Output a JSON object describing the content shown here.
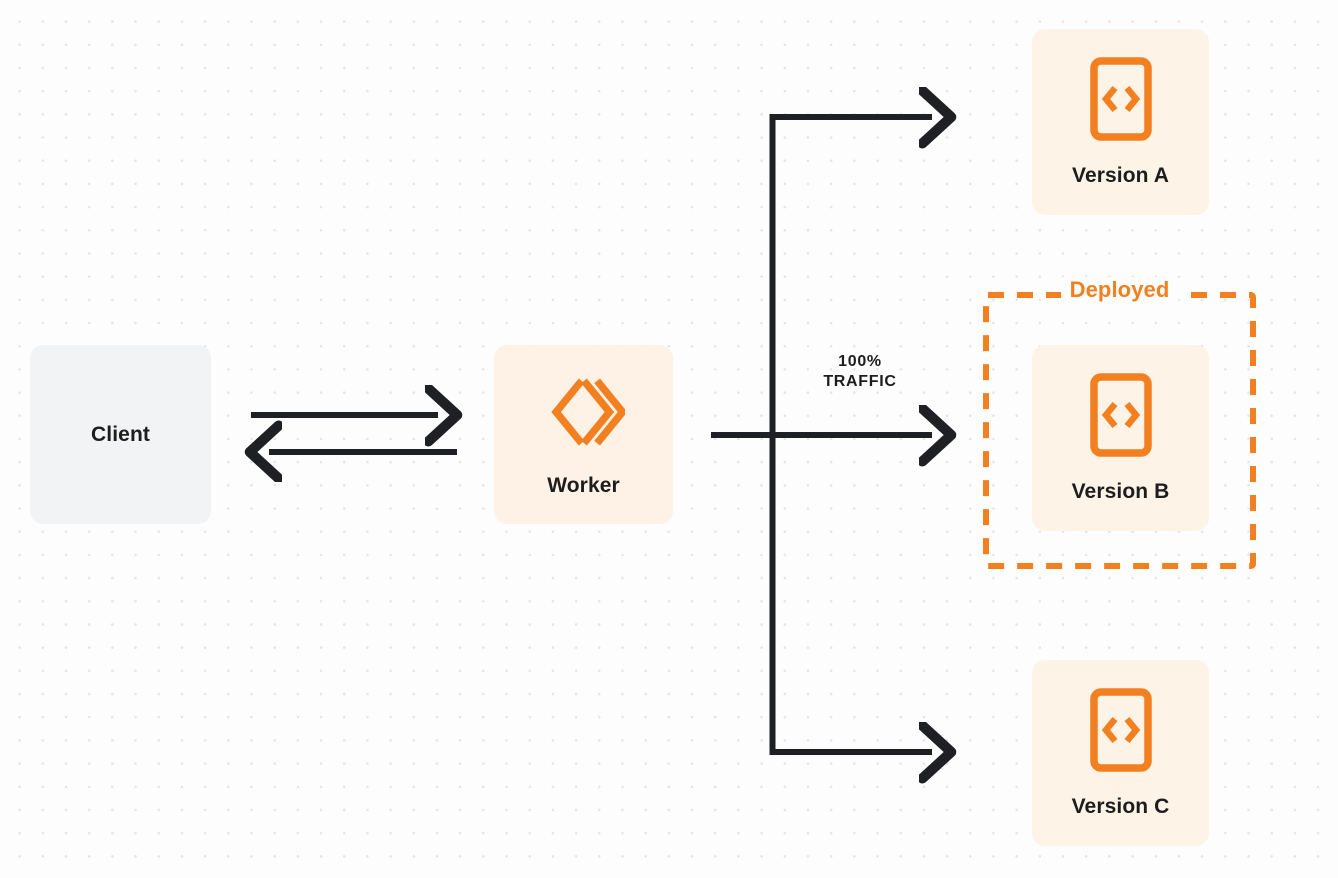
{
  "diagram": {
    "title": "Worker traffic routing to versions",
    "background": "#fdfdfd",
    "accent_color": "#f38020",
    "line_color": "#1f2024",
    "label_color": "#1d1d1d",
    "nodes": {
      "client": {
        "label": "Client",
        "background": "#f2f3f4"
      },
      "worker": {
        "label": "Worker",
        "background": "#fdf2e5",
        "icon": "cloudflare-workers-logo"
      },
      "version_a": {
        "label": "Version A",
        "background": "#fdf3e7",
        "icon": "code-file-icon"
      },
      "version_b": {
        "label": "Version B",
        "background": "#fdf3e7",
        "icon": "code-file-icon"
      },
      "version_c": {
        "label": "Version C",
        "background": "#fdf3e7",
        "icon": "code-file-icon"
      }
    },
    "groups": {
      "deployed": {
        "label": "Deployed",
        "border_color": "#f38020",
        "border_style": "dashed",
        "contains": "Version B"
      }
    },
    "edges": {
      "traffic": {
        "percent_label": "100%",
        "unit_label": "TRAFFIC",
        "target": "Version B"
      }
    }
  }
}
